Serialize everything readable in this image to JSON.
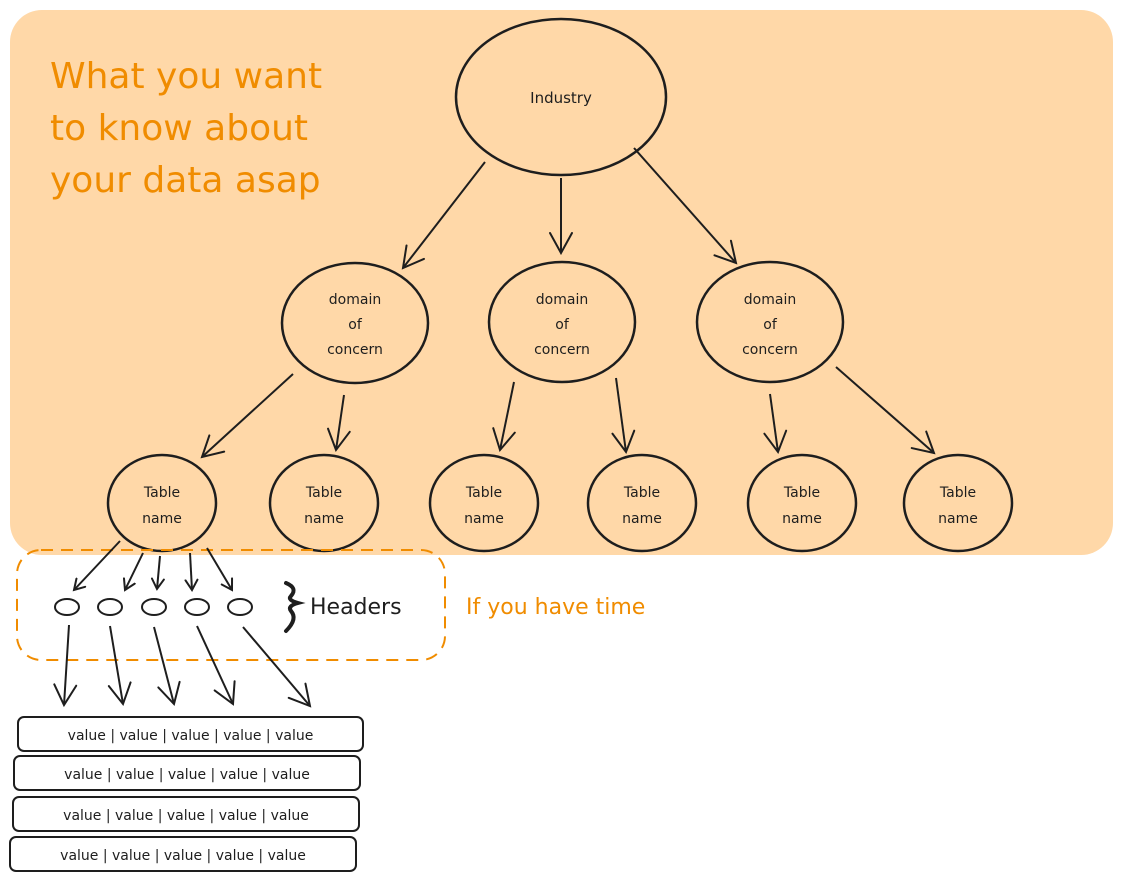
{
  "colors": {
    "panel_fill": "#ffd8a8",
    "accent": "#f08c00",
    "ink": "#1e1e1e",
    "background": "#ffffff"
  },
  "title_lines": [
    "What you want",
    "to know about",
    "your data asap"
  ],
  "nodes": {
    "root": {
      "label": "Industry"
    },
    "domains": [
      {
        "lines": [
          "domain",
          "of",
          "concern"
        ]
      },
      {
        "lines": [
          "domain",
          "of",
          "concern"
        ]
      },
      {
        "lines": [
          "domain",
          "of",
          "concern"
        ]
      }
    ],
    "tables": [
      {
        "lines": [
          "Table",
          "name"
        ]
      },
      {
        "lines": [
          "Table",
          "name"
        ]
      },
      {
        "lines": [
          "Table",
          "name"
        ]
      },
      {
        "lines": [
          "Table",
          "name"
        ]
      },
      {
        "lines": [
          "Table",
          "name"
        ]
      },
      {
        "lines": [
          "Table",
          "name"
        ]
      }
    ],
    "header_count": 5
  },
  "headers_label": "Headers",
  "optional_label": "If you have time",
  "value_rows": [
    "value | value | value | value | value",
    "value | value | value | value | value",
    "value | value | value | value | value",
    "value | value | value | value | value"
  ]
}
